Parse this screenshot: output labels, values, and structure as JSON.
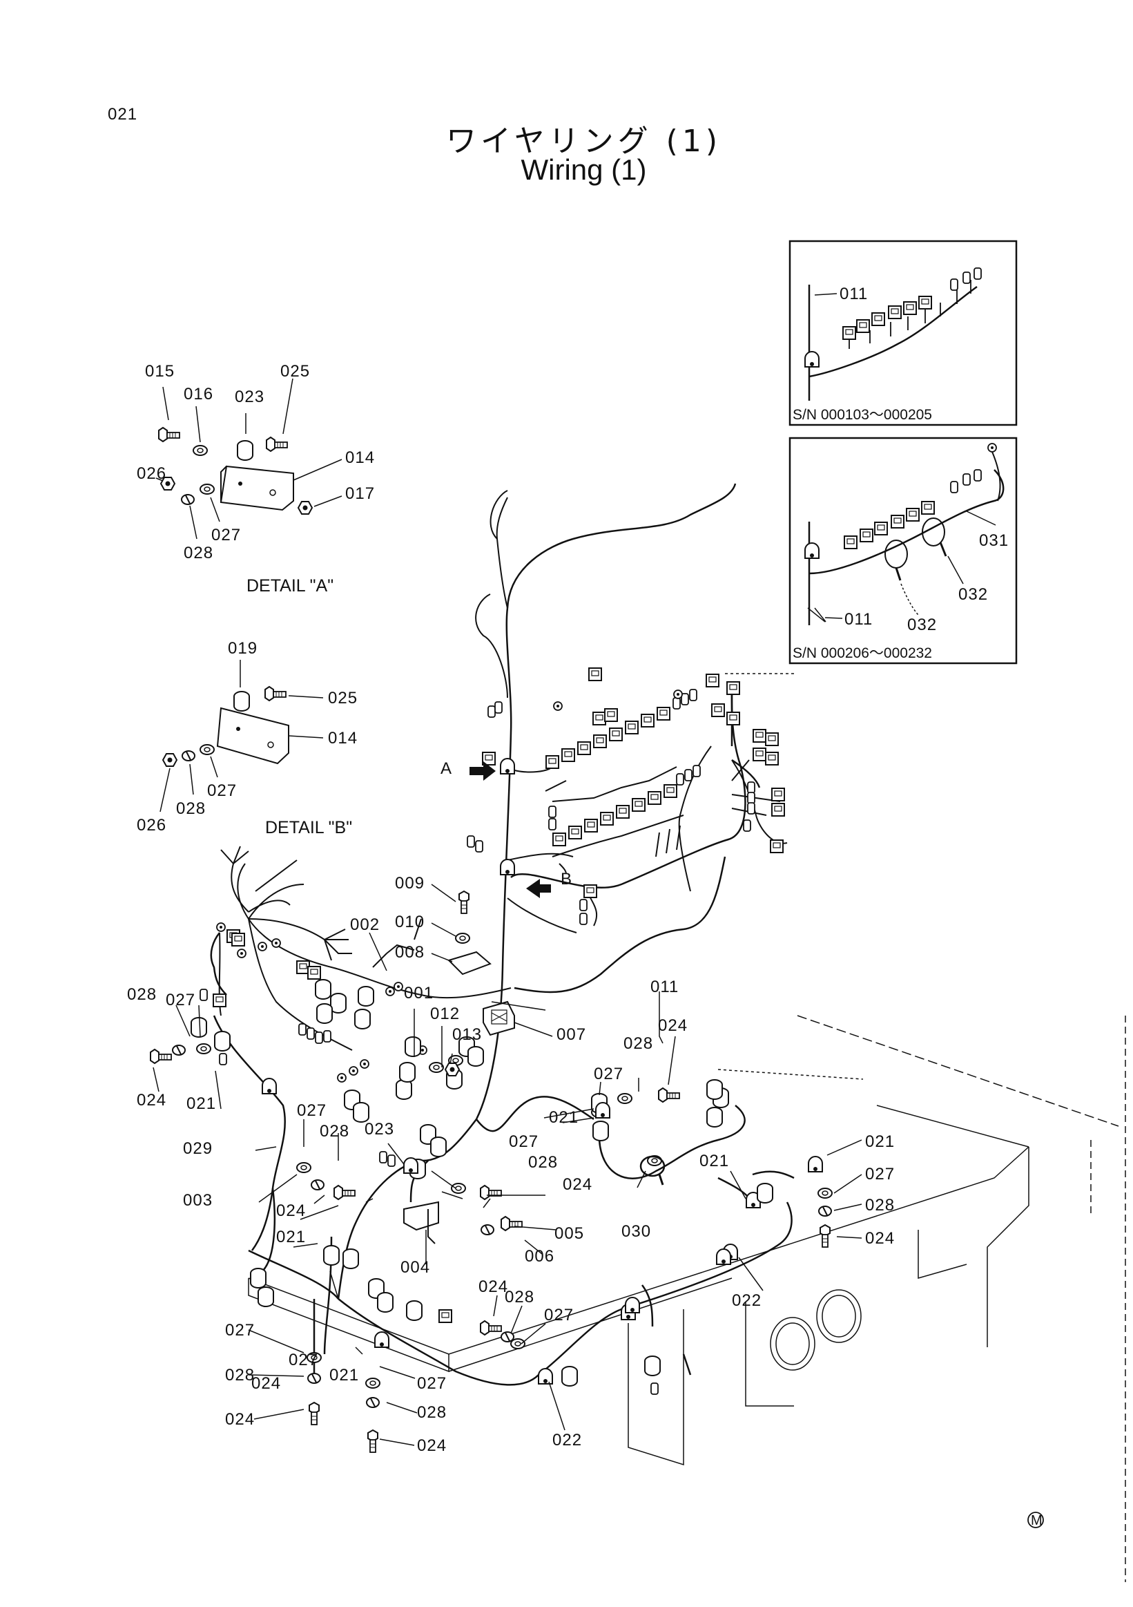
{
  "page": {
    "number": "021",
    "title_ja": "ワイヤリング (1)",
    "title_en": "Wiring (1)",
    "mark": "M"
  },
  "details": {
    "a_label": "DETAIL \"A\"",
    "b_label": "DETAIL \"B\"",
    "arrow_a": "A",
    "arrow_b": "B"
  },
  "inset_boxes": {
    "upper_sn": "S/N  000103～000205",
    "lower_sn": "S/N  000206～000232"
  },
  "callouts": {
    "inset_upper": [
      "011"
    ],
    "inset_lower": [
      "031",
      "032",
      "032",
      "011"
    ],
    "detail_a": [
      "015",
      "016",
      "023",
      "025",
      "014",
      "017",
      "026",
      "027",
      "028"
    ],
    "detail_b": [
      "019",
      "025",
      "014",
      "027",
      "026",
      "028"
    ],
    "main": [
      "009",
      "010",
      "008",
      "002",
      "001",
      "012",
      "013",
      "007",
      "011",
      "028",
      "027",
      "024",
      "021",
      "029",
      "003",
      "027",
      "028",
      "024",
      "023",
      "027",
      "028",
      "024",
      "005",
      "006",
      "004",
      "021",
      "024",
      "028",
      "027",
      "027",
      "024",
      "021",
      "027",
      "028",
      "024",
      "022",
      "022",
      "021",
      "027",
      "028",
      "024",
      "030",
      "021",
      "027",
      "028",
      "024",
      "027",
      "028",
      "024",
      "021",
      "027",
      "028",
      "024"
    ]
  }
}
